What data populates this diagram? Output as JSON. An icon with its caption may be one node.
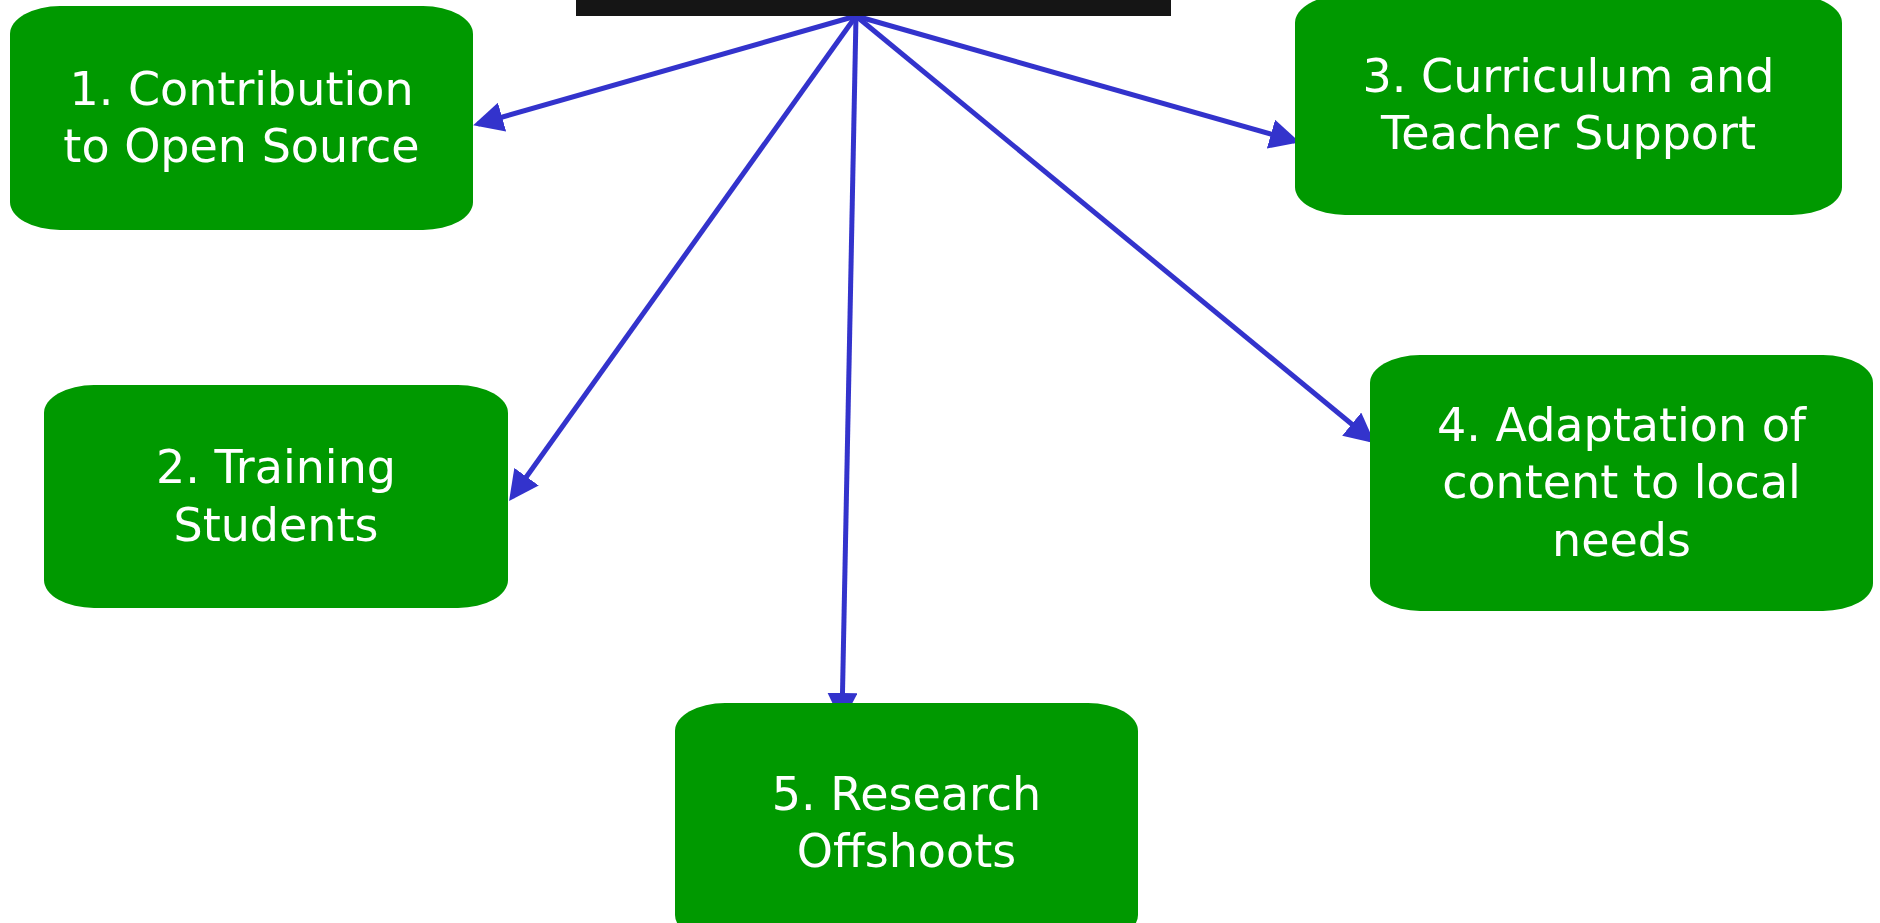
{
  "diagram": {
    "nodes": [
      {
        "text": [],
        "shape": "bar"
      },
      {
        "text": [
          "1. Contribution to Open Source"
        ]
      },
      {
        "text": [
          "2. Training Students"
        ]
      },
      {
        "text": [
          "3. Curriculum and Teacher Support"
        ]
      },
      {
        "text": [
          "4. Adaptation of content to local needs"
        ]
      },
      {
        "text": [
          "5. Research Offshoots"
        ]
      }
    ],
    "edges": [
      {
        "from": 0,
        "to": 1,
        "arrow": "to"
      },
      {
        "from": 0,
        "to": 2,
        "arrow": "to"
      },
      {
        "from": 0,
        "to": 3,
        "arrow": "to"
      },
      {
        "from": 0,
        "to": 4,
        "arrow": "to"
      },
      {
        "from": 0,
        "to": 5,
        "arrow": "to"
      }
    ]
  }
}
